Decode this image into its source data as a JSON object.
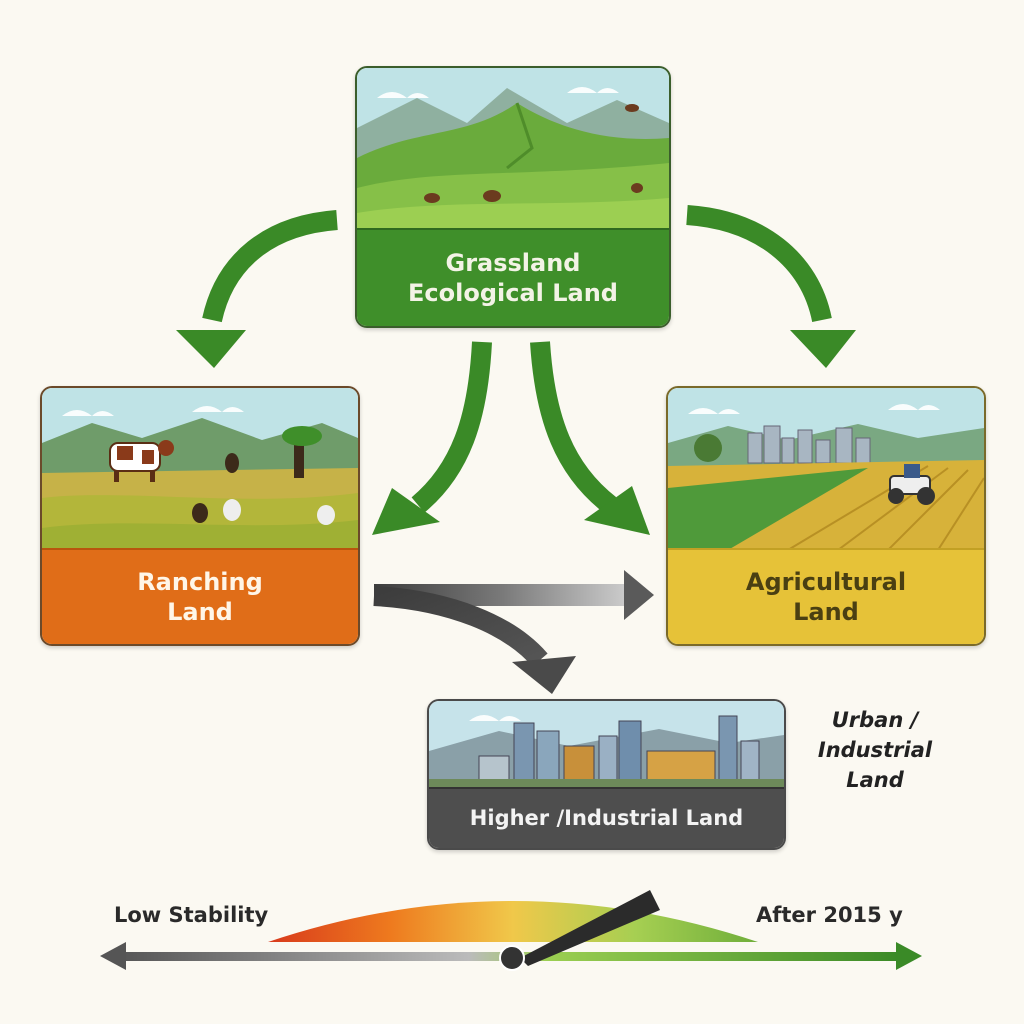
{
  "nodes": {
    "grassland": {
      "line1": "Grassland",
      "line2": "Ecological Land",
      "color": "#3f8f2a"
    },
    "ranching": {
      "line1": "Ranching",
      "line2": "Land",
      "color": "#e06d18"
    },
    "agricultural": {
      "line1": "Agricultural",
      "line2": "Land",
      "color": "#e6c238"
    },
    "urban": {
      "label": "Higher /Industrial Land",
      "color": "#4e4e4e"
    }
  },
  "urban_side_label": {
    "line1": "Urban /",
    "line2": "Industrial",
    "line3": "Land"
  },
  "gauge": {
    "low_label": "Low Stability",
    "high_label": "After 2015 y"
  },
  "colors": {
    "green_arrow": "#3a8a27",
    "gray_arrow": "#4a4a4a",
    "background": "#fbf9f2"
  }
}
